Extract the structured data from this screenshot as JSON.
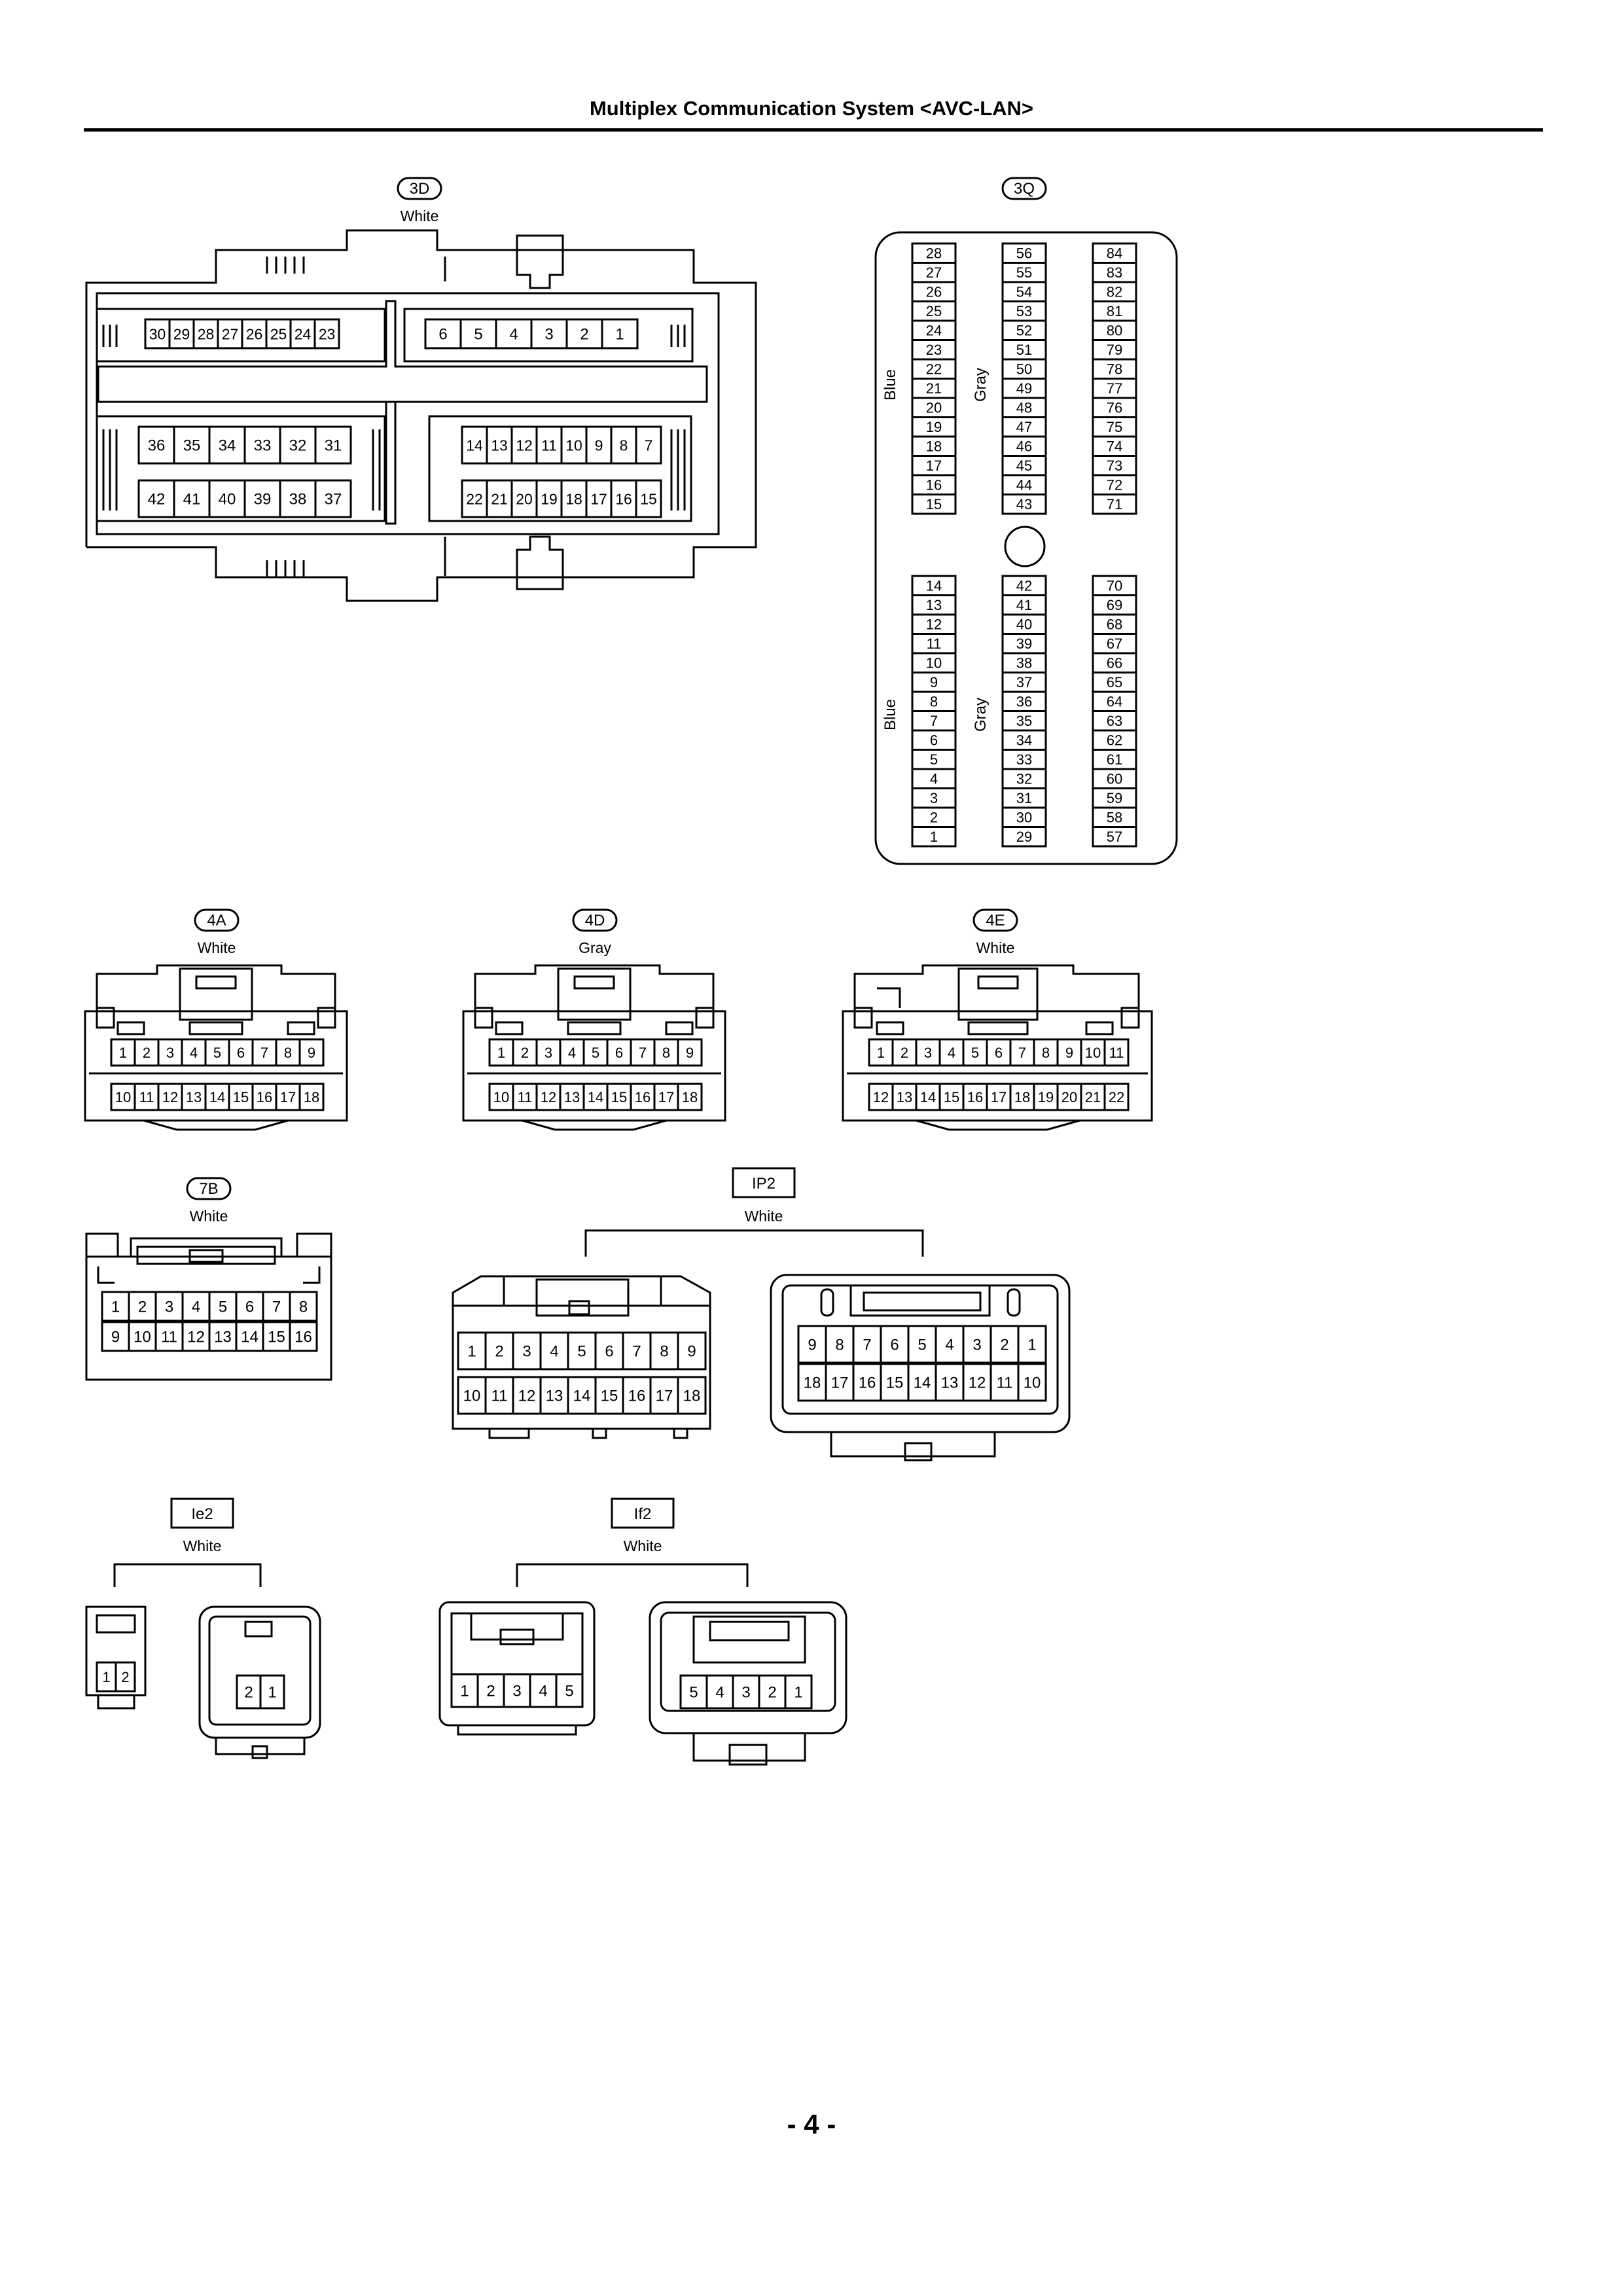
{
  "page": {
    "title": "Multiplex Communication System <AVC-LAN>",
    "page_number": "- 4 -"
  },
  "connectors": [
    {
      "id": "3D",
      "color": "White",
      "label_style": "oval",
      "pin_rows": [
        [
          "30",
          "29",
          "28",
          "27",
          "26",
          "25",
          "24",
          "23"
        ],
        [
          "6",
          "5",
          "4",
          "3",
          "2",
          "1"
        ],
        [
          "36",
          "35",
          "34",
          "33",
          "32",
          "31"
        ],
        [
          "42",
          "41",
          "40",
          "39",
          "38",
          "37"
        ],
        [
          "14",
          "13",
          "12",
          "11",
          "10",
          "9",
          "8",
          "7"
        ],
        [
          "22",
          "21",
          "20",
          "19",
          "18",
          "17",
          "16",
          "15"
        ]
      ]
    },
    {
      "id": "3Q",
      "color": "",
      "label_style": "oval",
      "block_labels": [
        "Blue",
        "Gray",
        "Blue",
        "Gray"
      ],
      "pin_columns": [
        [
          "28",
          "27",
          "26",
          "25",
          "24",
          "23",
          "22",
          "21",
          "20",
          "19",
          "18",
          "17",
          "16",
          "15"
        ],
        [
          "56",
          "55",
          "54",
          "53",
          "52",
          "51",
          "50",
          "49",
          "48",
          "47",
          "46",
          "45",
          "44",
          "43"
        ],
        [
          "84",
          "83",
          "82",
          "81",
          "80",
          "79",
          "78",
          "77",
          "76",
          "75",
          "74",
          "73",
          "72",
          "71"
        ],
        [
          "14",
          "13",
          "12",
          "11",
          "10",
          "9",
          "8",
          "7",
          "6",
          "5",
          "4",
          "3",
          "2",
          "1"
        ],
        [
          "42",
          "41",
          "40",
          "39",
          "38",
          "37",
          "36",
          "35",
          "34",
          "33",
          "32",
          "31",
          "30",
          "29"
        ],
        [
          "70",
          "69",
          "68",
          "67",
          "66",
          "65",
          "64",
          "63",
          "62",
          "61",
          "60",
          "59",
          "58",
          "57"
        ]
      ]
    },
    {
      "id": "4A",
      "color": "White",
      "label_style": "oval",
      "pin_rows": [
        [
          "1",
          "2",
          "3",
          "4",
          "5",
          "6",
          "7",
          "8",
          "9"
        ],
        [
          "10",
          "11",
          "12",
          "13",
          "14",
          "15",
          "16",
          "17",
          "18"
        ]
      ]
    },
    {
      "id": "4D",
      "color": "Gray",
      "label_style": "oval",
      "pin_rows": [
        [
          "1",
          "2",
          "3",
          "4",
          "5",
          "6",
          "7",
          "8",
          "9"
        ],
        [
          "10",
          "11",
          "12",
          "13",
          "14",
          "15",
          "16",
          "17",
          "18"
        ]
      ]
    },
    {
      "id": "4E",
      "color": "White",
      "label_style": "oval",
      "pin_rows": [
        [
          "1",
          "2",
          "3",
          "4",
          "5",
          "6",
          "7",
          "8",
          "9",
          "10",
          "11"
        ],
        [
          "12",
          "13",
          "14",
          "15",
          "16",
          "17",
          "18",
          "19",
          "20",
          "21",
          "22"
        ]
      ]
    },
    {
      "id": "7B",
      "color": "White",
      "label_style": "oval",
      "pin_rows": [
        [
          "1",
          "2",
          "3",
          "4",
          "5",
          "6",
          "7",
          "8"
        ],
        [
          "9",
          "10",
          "11",
          "12",
          "13",
          "14",
          "15",
          "16"
        ]
      ]
    },
    {
      "id": "IP2",
      "color": "White",
      "label_style": "box",
      "pin_rows": [
        [
          "1",
          "2",
          "3",
          "4",
          "5",
          "6",
          "7",
          "8",
          "9"
        ],
        [
          "10",
          "11",
          "12",
          "13",
          "14",
          "15",
          "16",
          "17",
          "18"
        ],
        [
          "9",
          "8",
          "7",
          "6",
          "5",
          "4",
          "3",
          "2",
          "1"
        ],
        [
          "18",
          "17",
          "16",
          "15",
          "14",
          "13",
          "12",
          "11",
          "10"
        ]
      ]
    },
    {
      "id": "Ie2",
      "color": "White",
      "label_style": "box",
      "pin_rows": [
        [
          "1",
          "2"
        ],
        [
          "2",
          "1"
        ]
      ]
    },
    {
      "id": "If2",
      "color": "White",
      "label_style": "box",
      "pin_rows": [
        [
          "1",
          "2",
          "3",
          "4",
          "5"
        ],
        [
          "5",
          "4",
          "3",
          "2",
          "1"
        ]
      ]
    }
  ]
}
